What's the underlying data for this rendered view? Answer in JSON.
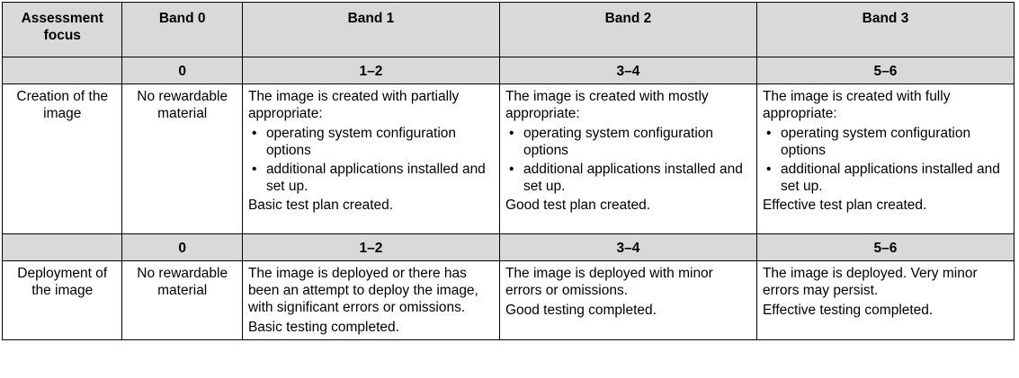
{
  "header": {
    "col0": "Assessment focus",
    "col1": "Band 0",
    "col2": "Band 1",
    "col3": "Band 2",
    "col4": "Band 3"
  },
  "sections": [
    {
      "marks": [
        "0",
        "1–2",
        "3–4",
        "5–6"
      ],
      "focus": "Creation of the image",
      "band0": "No rewardable material",
      "bands": [
        {
          "intro": "The image is created with partially appropriate:",
          "bullets": [
            "operating system configuration options",
            "additional applications installed and set up."
          ],
          "after": [
            "Basic test plan created."
          ]
        },
        {
          "intro": "The image is created with mostly appropriate:",
          "bullets": [
            "operating system configuration options",
            "additional applications installed and set up."
          ],
          "after": [
            "Good test plan created."
          ]
        },
        {
          "intro": "The image is created with fully appropriate:",
          "bullets": [
            "operating system configuration options",
            "additional applications installed and set up."
          ],
          "after": [
            "Effective test plan created."
          ]
        }
      ]
    },
    {
      "marks": [
        "0",
        "1–2",
        "3–4",
        "5–6"
      ],
      "focus": "Deployment of the image",
      "band0": "No rewardable material",
      "bands": [
        {
          "intro": "The image is deployed or there has been an attempt to deploy the image, with significant errors or omissions.",
          "after": [
            "Basic testing completed."
          ]
        },
        {
          "intro": "The image is deployed with minor errors or omissions.",
          "after": [
            "Good testing completed."
          ]
        },
        {
          "intro": "The image is deployed. Very minor errors may persist.",
          "after": [
            "Effective testing completed."
          ]
        }
      ]
    }
  ]
}
